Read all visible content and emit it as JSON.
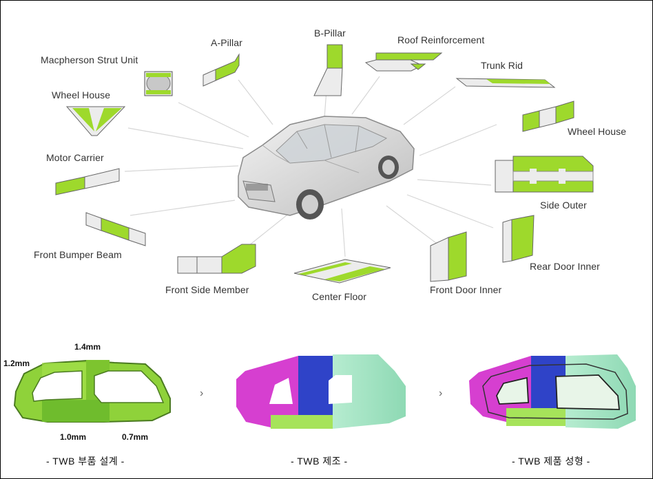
{
  "parts": {
    "macpherson_strut_unit": "Macpherson Strut Unit",
    "a_pillar": "A-Pillar",
    "b_pillar": "B-Pillar",
    "roof_reinforcement": "Roof Reinforcement",
    "trunk_rid": "Trunk Rid",
    "wheel_house_left": "Wheel House",
    "wheel_house_right": "Wheel House",
    "motor_carrier": "Motor Carrier",
    "side_outer": "Side Outer",
    "front_bumper_beam": "Front Bumper Beam",
    "rear_door_inner": "Rear Door Inner",
    "front_side_member": "Front Side Member",
    "center_floor": "Center Floor",
    "front_door_inner": "Front Door Inner"
  },
  "thickness_labels": {
    "t1_4": "1.4mm",
    "t1_2": "1.2mm",
    "t1_0": "1.0mm",
    "t0_7": "0.7mm"
  },
  "process": {
    "step1": "- TWB 부품 설계 -",
    "step2": "- TWB 제조 -",
    "step3": "- TWB 제품 성형 -",
    "arrow": "›"
  },
  "colors": {
    "part_green": "#9ed92c",
    "part_grey": "#ececec",
    "magenta": "#d63fd0",
    "blue": "#2f43c8",
    "light_green": "#a6e35a",
    "mint": "#9fe0c0"
  }
}
